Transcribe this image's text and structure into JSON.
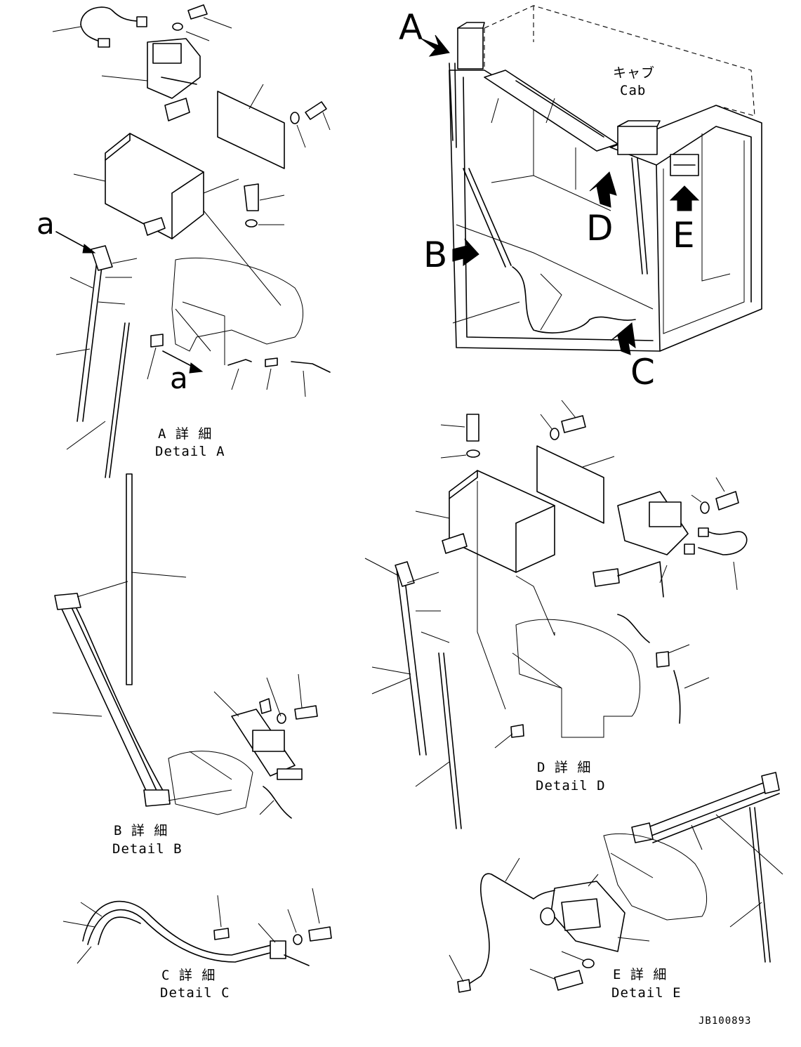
{
  "diagram": {
    "callouts": {
      "A": "A",
      "B": "B",
      "C": "C",
      "D": "D",
      "E": "E",
      "a_top": "a",
      "a_bottom": "a"
    },
    "cab_label": {
      "jp": "キャブ",
      "en": "Cab"
    },
    "details": {
      "A": {
        "jp": "A 詳 細",
        "en": "Detail A"
      },
      "B": {
        "jp": "B 詳 細",
        "en": "Detail B"
      },
      "C": {
        "jp": "C 詳 細",
        "en": "Detail C"
      },
      "D": {
        "jp": "D 詳 細",
        "en": "Detail D"
      },
      "E": {
        "jp": "E 詳 細",
        "en": "Detail E"
      }
    },
    "drawing_number": "JB100893"
  }
}
